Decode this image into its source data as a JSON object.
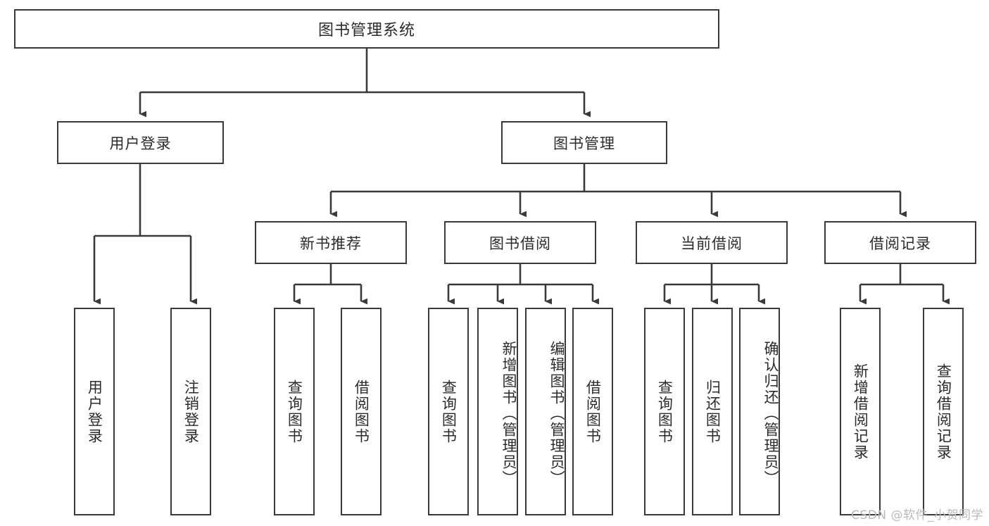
{
  "diagram": {
    "type": "tree-hierarchy-chart",
    "title": "图书管理系统",
    "line_color": "#3a3a3a",
    "text_color": "#2b2b2b",
    "background": "#ffffff",
    "levels": 4
  },
  "root": {
    "label": "图书管理系统"
  },
  "level2": [
    {
      "label": "用户登录"
    },
    {
      "label": "图书管理"
    }
  ],
  "level3": [
    {
      "label": "新书推荐"
    },
    {
      "label": "图书借阅"
    },
    {
      "label": "当前借阅"
    },
    {
      "label": "借阅记录"
    }
  ],
  "leaves": {
    "user_login": [
      {
        "label": "用户登录"
      },
      {
        "label": "注销登录"
      }
    ],
    "new_book_recommend": [
      {
        "label": "查询图书"
      },
      {
        "label": "借阅图书"
      }
    ],
    "book_borrow": [
      {
        "label": "查询图书"
      },
      {
        "label": "新增图书（管理员）"
      },
      {
        "label": "编辑图书（管理员）"
      },
      {
        "label": "借阅图书"
      }
    ],
    "current_borrow": [
      {
        "label": "查询图书"
      },
      {
        "label": "归还图书"
      },
      {
        "label": "确认归还（管理员）"
      }
    ],
    "borrow_record": [
      {
        "label": "新增借阅记录"
      },
      {
        "label": "查询借阅记录"
      }
    ]
  },
  "watermark": {
    "text": "CSDN @软件_小贺同学"
  }
}
